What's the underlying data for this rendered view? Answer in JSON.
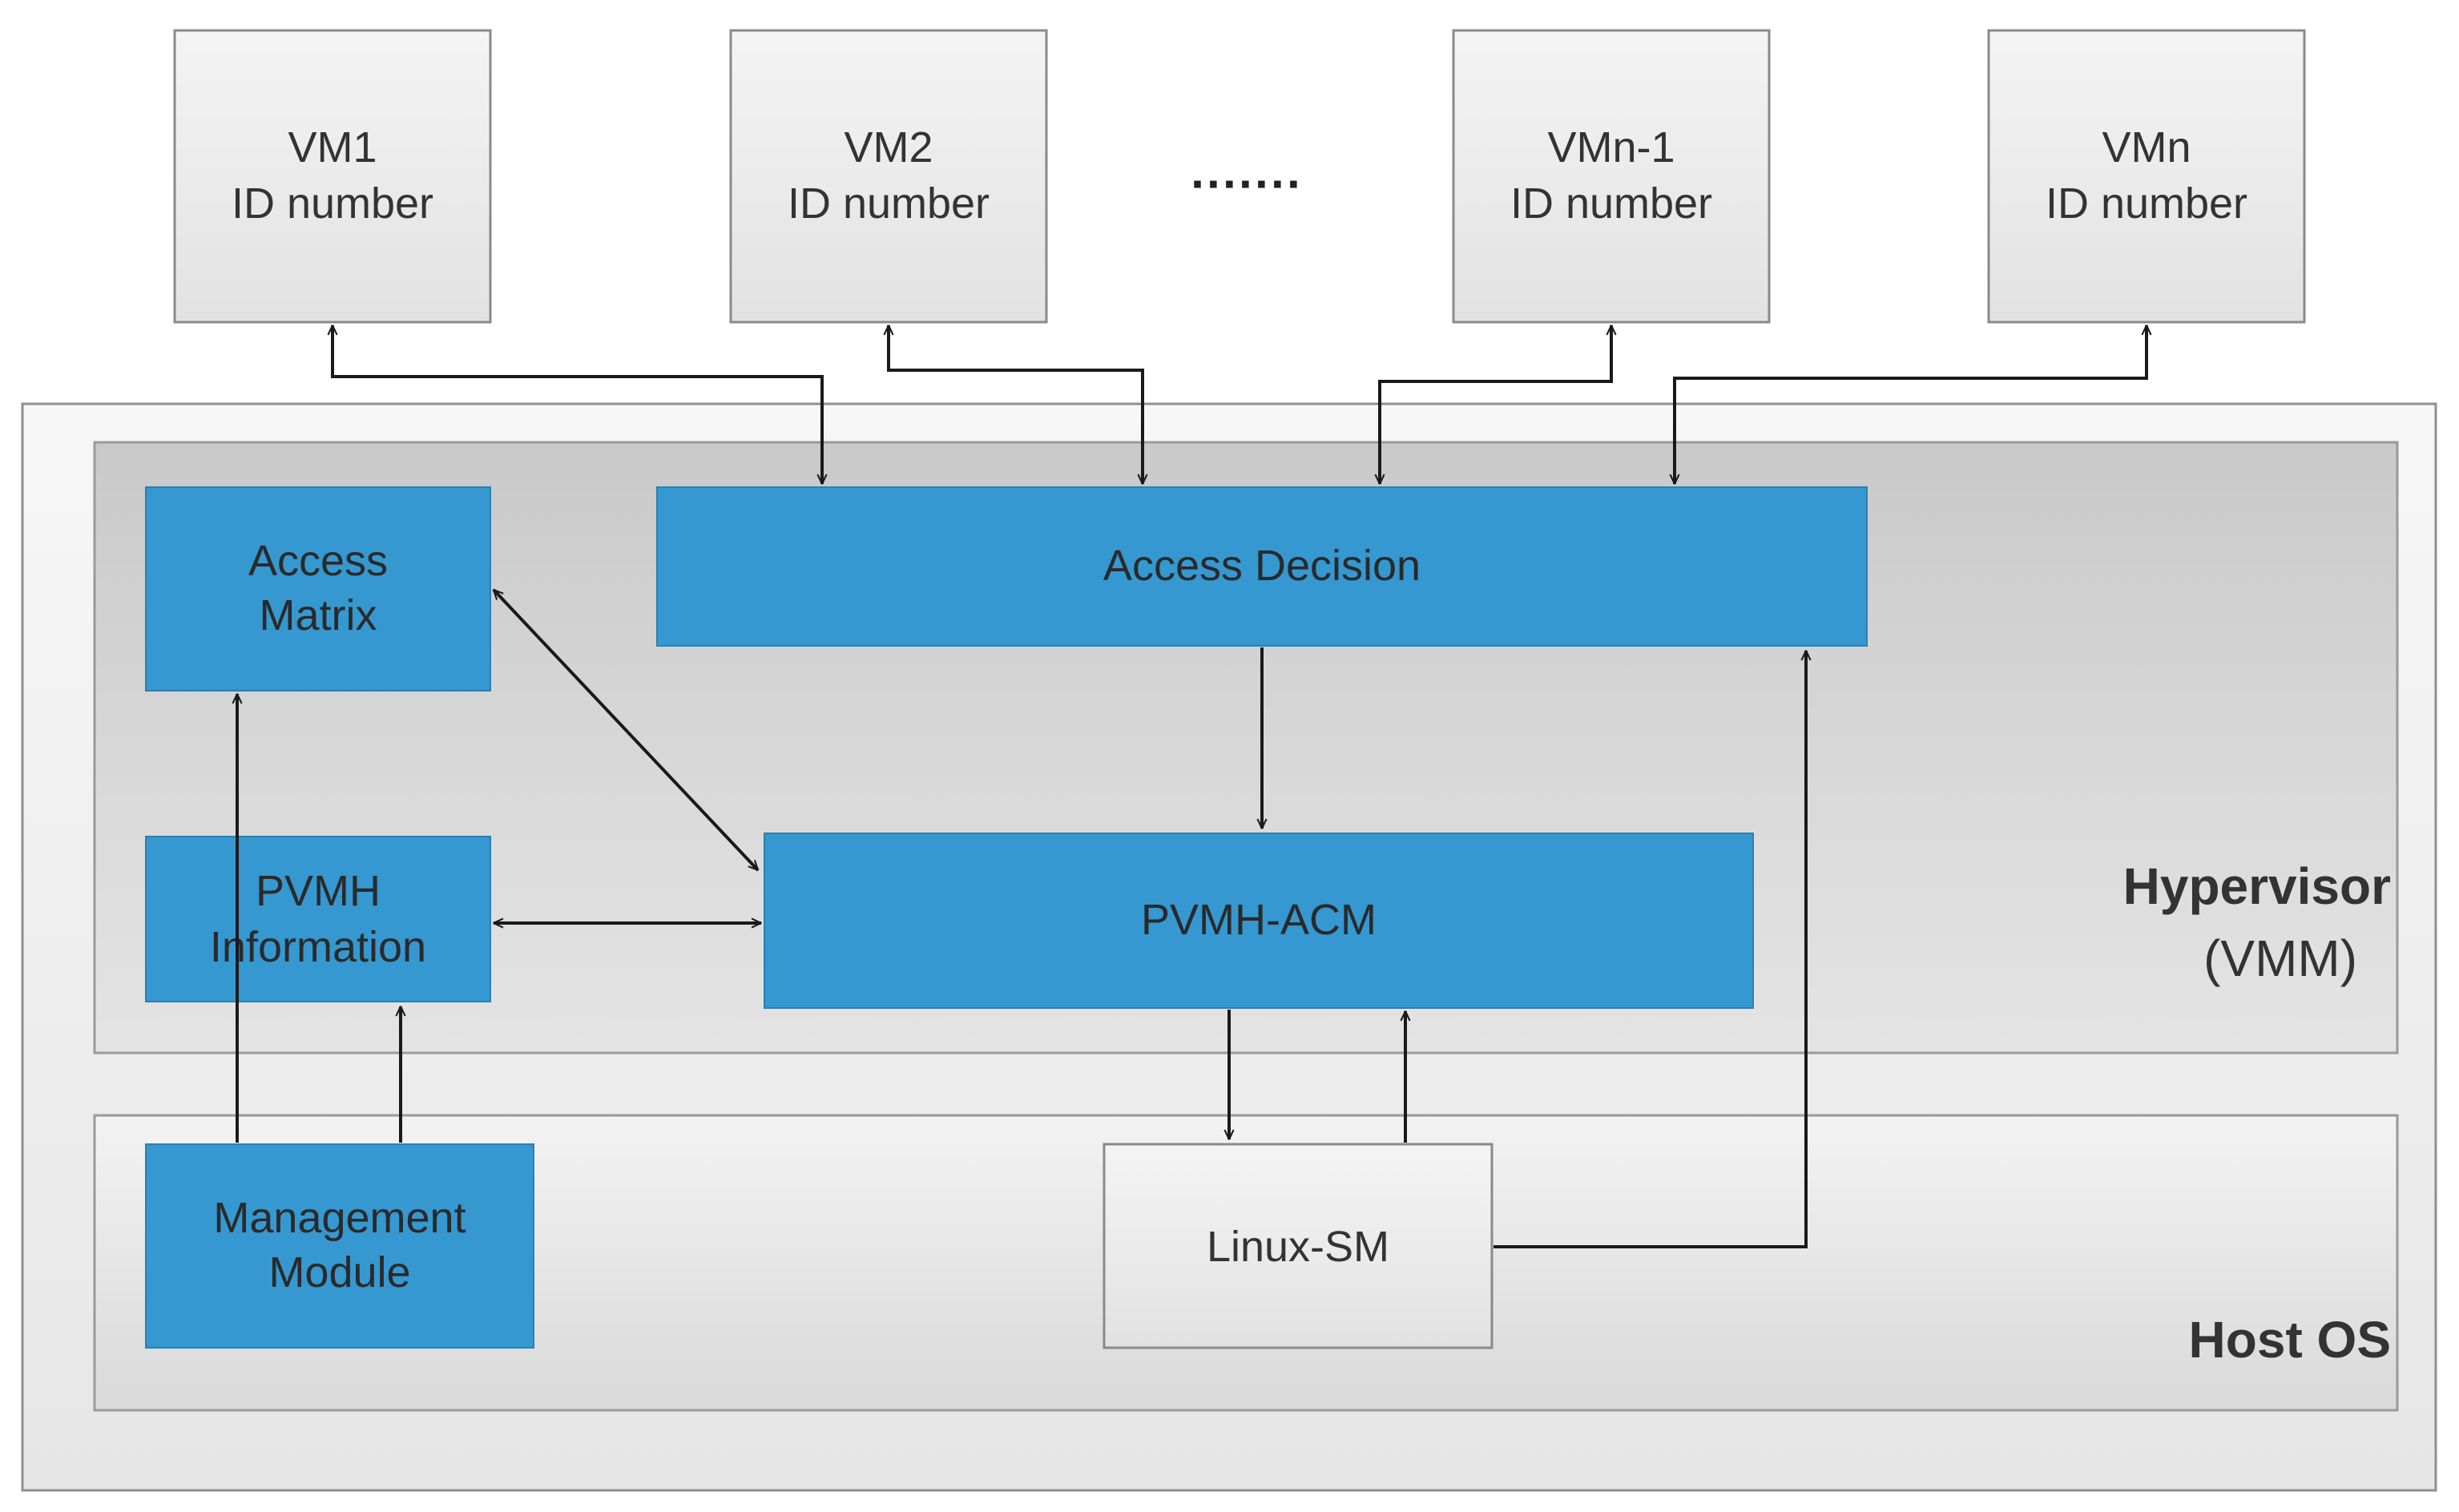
{
  "vms": [
    {
      "name": "VM1",
      "id_label": "ID number"
    },
    {
      "name": "VM2",
      "id_label": "ID number"
    },
    {
      "name": "VMn-1",
      "id_label": "ID number"
    },
    {
      "name": "VMn",
      "id_label": "ID number"
    }
  ],
  "ellipsis": "·······",
  "hypervisor": {
    "title": "Hypervisor",
    "subtitle": "(VMM)",
    "access_matrix": {
      "line1": "Access",
      "line2": "Matrix"
    },
    "access_decision": "Access Decision",
    "pvmh_information": {
      "line1": "PVMH",
      "line2": "Information"
    },
    "pvmh_acm": "PVMH-ACM"
  },
  "host_os": {
    "title": "Host OS",
    "management_module": {
      "line1": "Management",
      "line2": "Module"
    },
    "linux_sm": "Linux-SM"
  },
  "colors": {
    "blue_box": "#3598d0",
    "gray_box": "#eeeeee",
    "hypervisor_fill": "#d0d0d0",
    "host_fill": "#e8e8e8",
    "outer_fill": "#f2f2f2"
  }
}
